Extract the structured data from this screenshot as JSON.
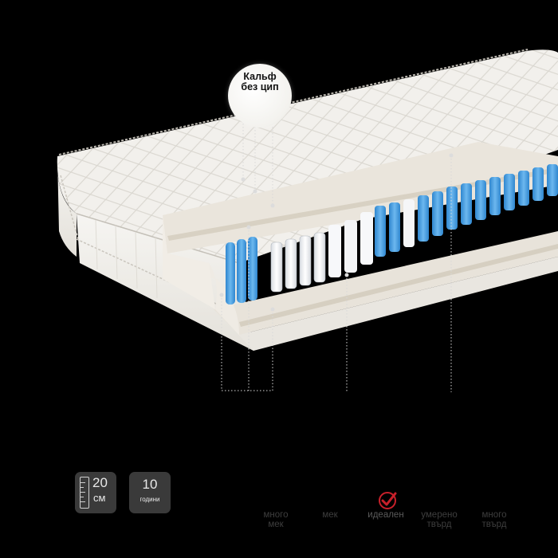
{
  "callout": {
    "line1": "Кальф",
    "line2": "без цип"
  },
  "height_badge": {
    "value": "20",
    "unit": "см",
    "icon": "ruler-icon"
  },
  "warranty_badge": {
    "value": "10",
    "unit": "години"
  },
  "firmness_scale": {
    "levels": [
      {
        "line1": "много",
        "line2": "мек"
      },
      {
        "line1": "мек",
        "line2": ""
      },
      {
        "line1": "идеален",
        "line2": ""
      },
      {
        "line1": "умерено",
        "line2": "твърд"
      },
      {
        "line1": "много",
        "line2": "твърд"
      }
    ],
    "selected_index": 2,
    "check_icon": "checkmark-icon",
    "check_color": "#c8202a"
  },
  "colors": {
    "background": "#000000",
    "fabric": "#f1efea",
    "spring_blue": "#3b9ae0"
  }
}
